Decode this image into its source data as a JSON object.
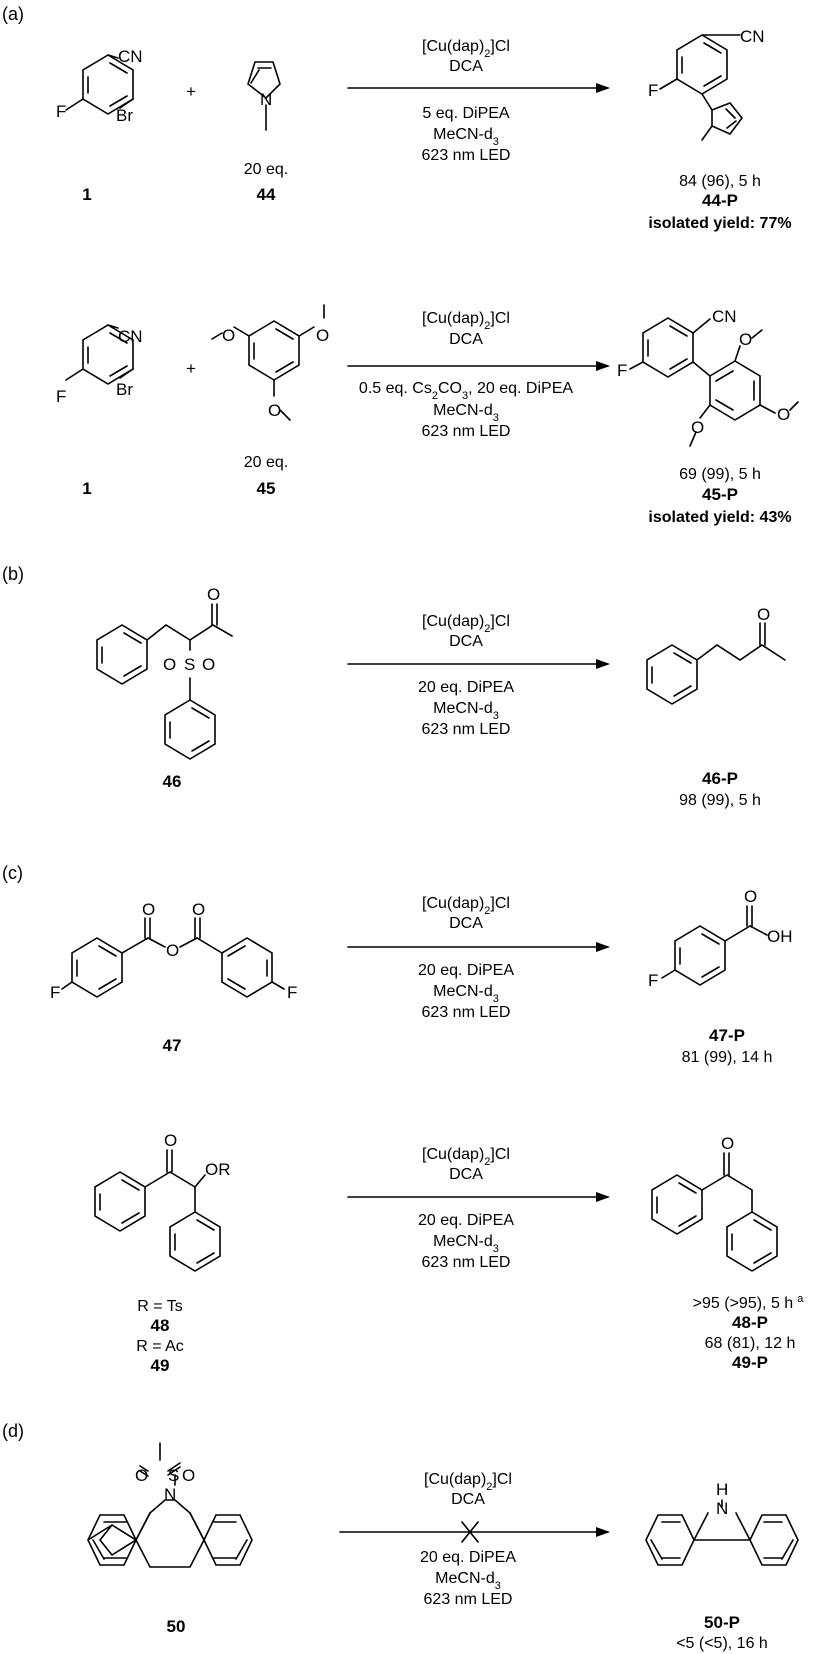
{
  "sections": {
    "a": "(a)",
    "b": "(b)",
    "c": "(c)",
    "c2": "(c)",
    "d": "(d)"
  },
  "common": {
    "catalyst": "[Cu(dap)",
    "catalyst_sub": "2",
    "catalyst_tail": "]Cl",
    "dca": "DCA",
    "solvent": "MeCN-d",
    "solvent_sub": "3",
    "led": "623 nm LED",
    "plus": "+"
  },
  "rxn1": {
    "reactant1": "1",
    "reactant2": "44",
    "equiv": "20 eq.",
    "base": "5 eq. DiPEA",
    "product": "44-P",
    "yield": "84 (96), 5 h",
    "isolated": "isolated yield: 77%"
  },
  "rxn2": {
    "reactant1": "1",
    "reactant2": "45",
    "equiv": "20 eq.",
    "base_a": "0.5 eq. Cs",
    "base_sub1": "2",
    "base_b": "CO",
    "base_sub2": "3",
    "base_c": ", 20 eq. DiPEA",
    "product": "45-P",
    "yield": "69 (99), 5 h",
    "isolated": "isolated yield: 43%"
  },
  "rxn3": {
    "reactant": "46",
    "base": "20 eq. DiPEA",
    "product": "46-P",
    "yield": "98 (99), 5 h"
  },
  "rxn4": {
    "reactant": "47",
    "base": "20 eq. DiPEA",
    "product": "47-P",
    "yield": "81 (99), 14 h"
  },
  "rxn5": {
    "r_ts": "R = Ts",
    "reactant_a": "48",
    "r_ac": "R = Ac",
    "reactant_b": "49",
    "base": "20 eq. DiPEA",
    "yield_a": ">95 (>95),  5 h",
    "footnote": "a",
    "product_a": "48-P",
    "yield_b": "68 (81), 12 h",
    "product_b": "49-P"
  },
  "rxn6": {
    "reactant": "50",
    "base": "20 eq. DiPEA",
    "product": "50-P",
    "yield": "<5 (<5), 16 h"
  },
  "atoms": {
    "CN": "CN",
    "F": "F",
    "Br": "Br",
    "N": "N",
    "O": "O",
    "S": "S",
    "OH": "OH",
    "OR": "OR",
    "H": "H"
  }
}
